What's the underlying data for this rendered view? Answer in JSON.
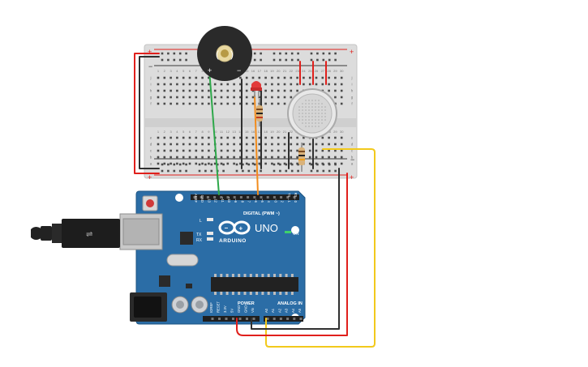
{
  "circuit": {
    "board": {
      "logo_text": "ARDUINO",
      "model": "UNO",
      "on_label": "ON",
      "digital_label": "DIGITAL (PWM ~)",
      "analog_label": "ANALOG IN",
      "power_label": "POWER",
      "led_l": "L",
      "led_tx": "TX",
      "led_rx": "RX",
      "digital_pins": [
        "AREF",
        "GND",
        "13",
        "12",
        "~11",
        "~10",
        "~9",
        "8",
        "7",
        "~6",
        "~5",
        "4",
        "~3",
        "2",
        "TX→1",
        "RX←0"
      ],
      "power_pins": [
        "IOREF",
        "RESET",
        "3.3V",
        "5V",
        "GND",
        "GND",
        "Vin"
      ],
      "analog_pins": [
        "A0",
        "A1",
        "A2",
        "A3",
        "A4",
        "A5"
      ]
    },
    "breadboard": {
      "column_numbers": [
        "1",
        "2",
        "3",
        "4",
        "5",
        "6",
        "7",
        "8",
        "9",
        "10",
        "11",
        "12",
        "13",
        "14",
        "15",
        "16",
        "17",
        "18",
        "19",
        "20",
        "21",
        "22",
        "23",
        "24",
        "25",
        "26",
        "27",
        "28",
        "29",
        "30"
      ],
      "row_letters_top": [
        "j",
        "i",
        "h",
        "g",
        "f"
      ],
      "row_letters_bottom": [
        "e",
        "d",
        "c",
        "b",
        "a"
      ],
      "rail_plus": "+",
      "rail_minus": "−"
    },
    "buzzer": {
      "plus": "+",
      "minus": "−",
      "symbol": "((•))"
    },
    "colors": {
      "board": "#2b6da6",
      "breadboard": "#dcdcdc",
      "wire_red": "#e0201c",
      "wire_black": "#303030",
      "wire_green": "#2ea84a",
      "wire_orange": "#f28c1c",
      "wire_yellow": "#f2c91c"
    }
  }
}
